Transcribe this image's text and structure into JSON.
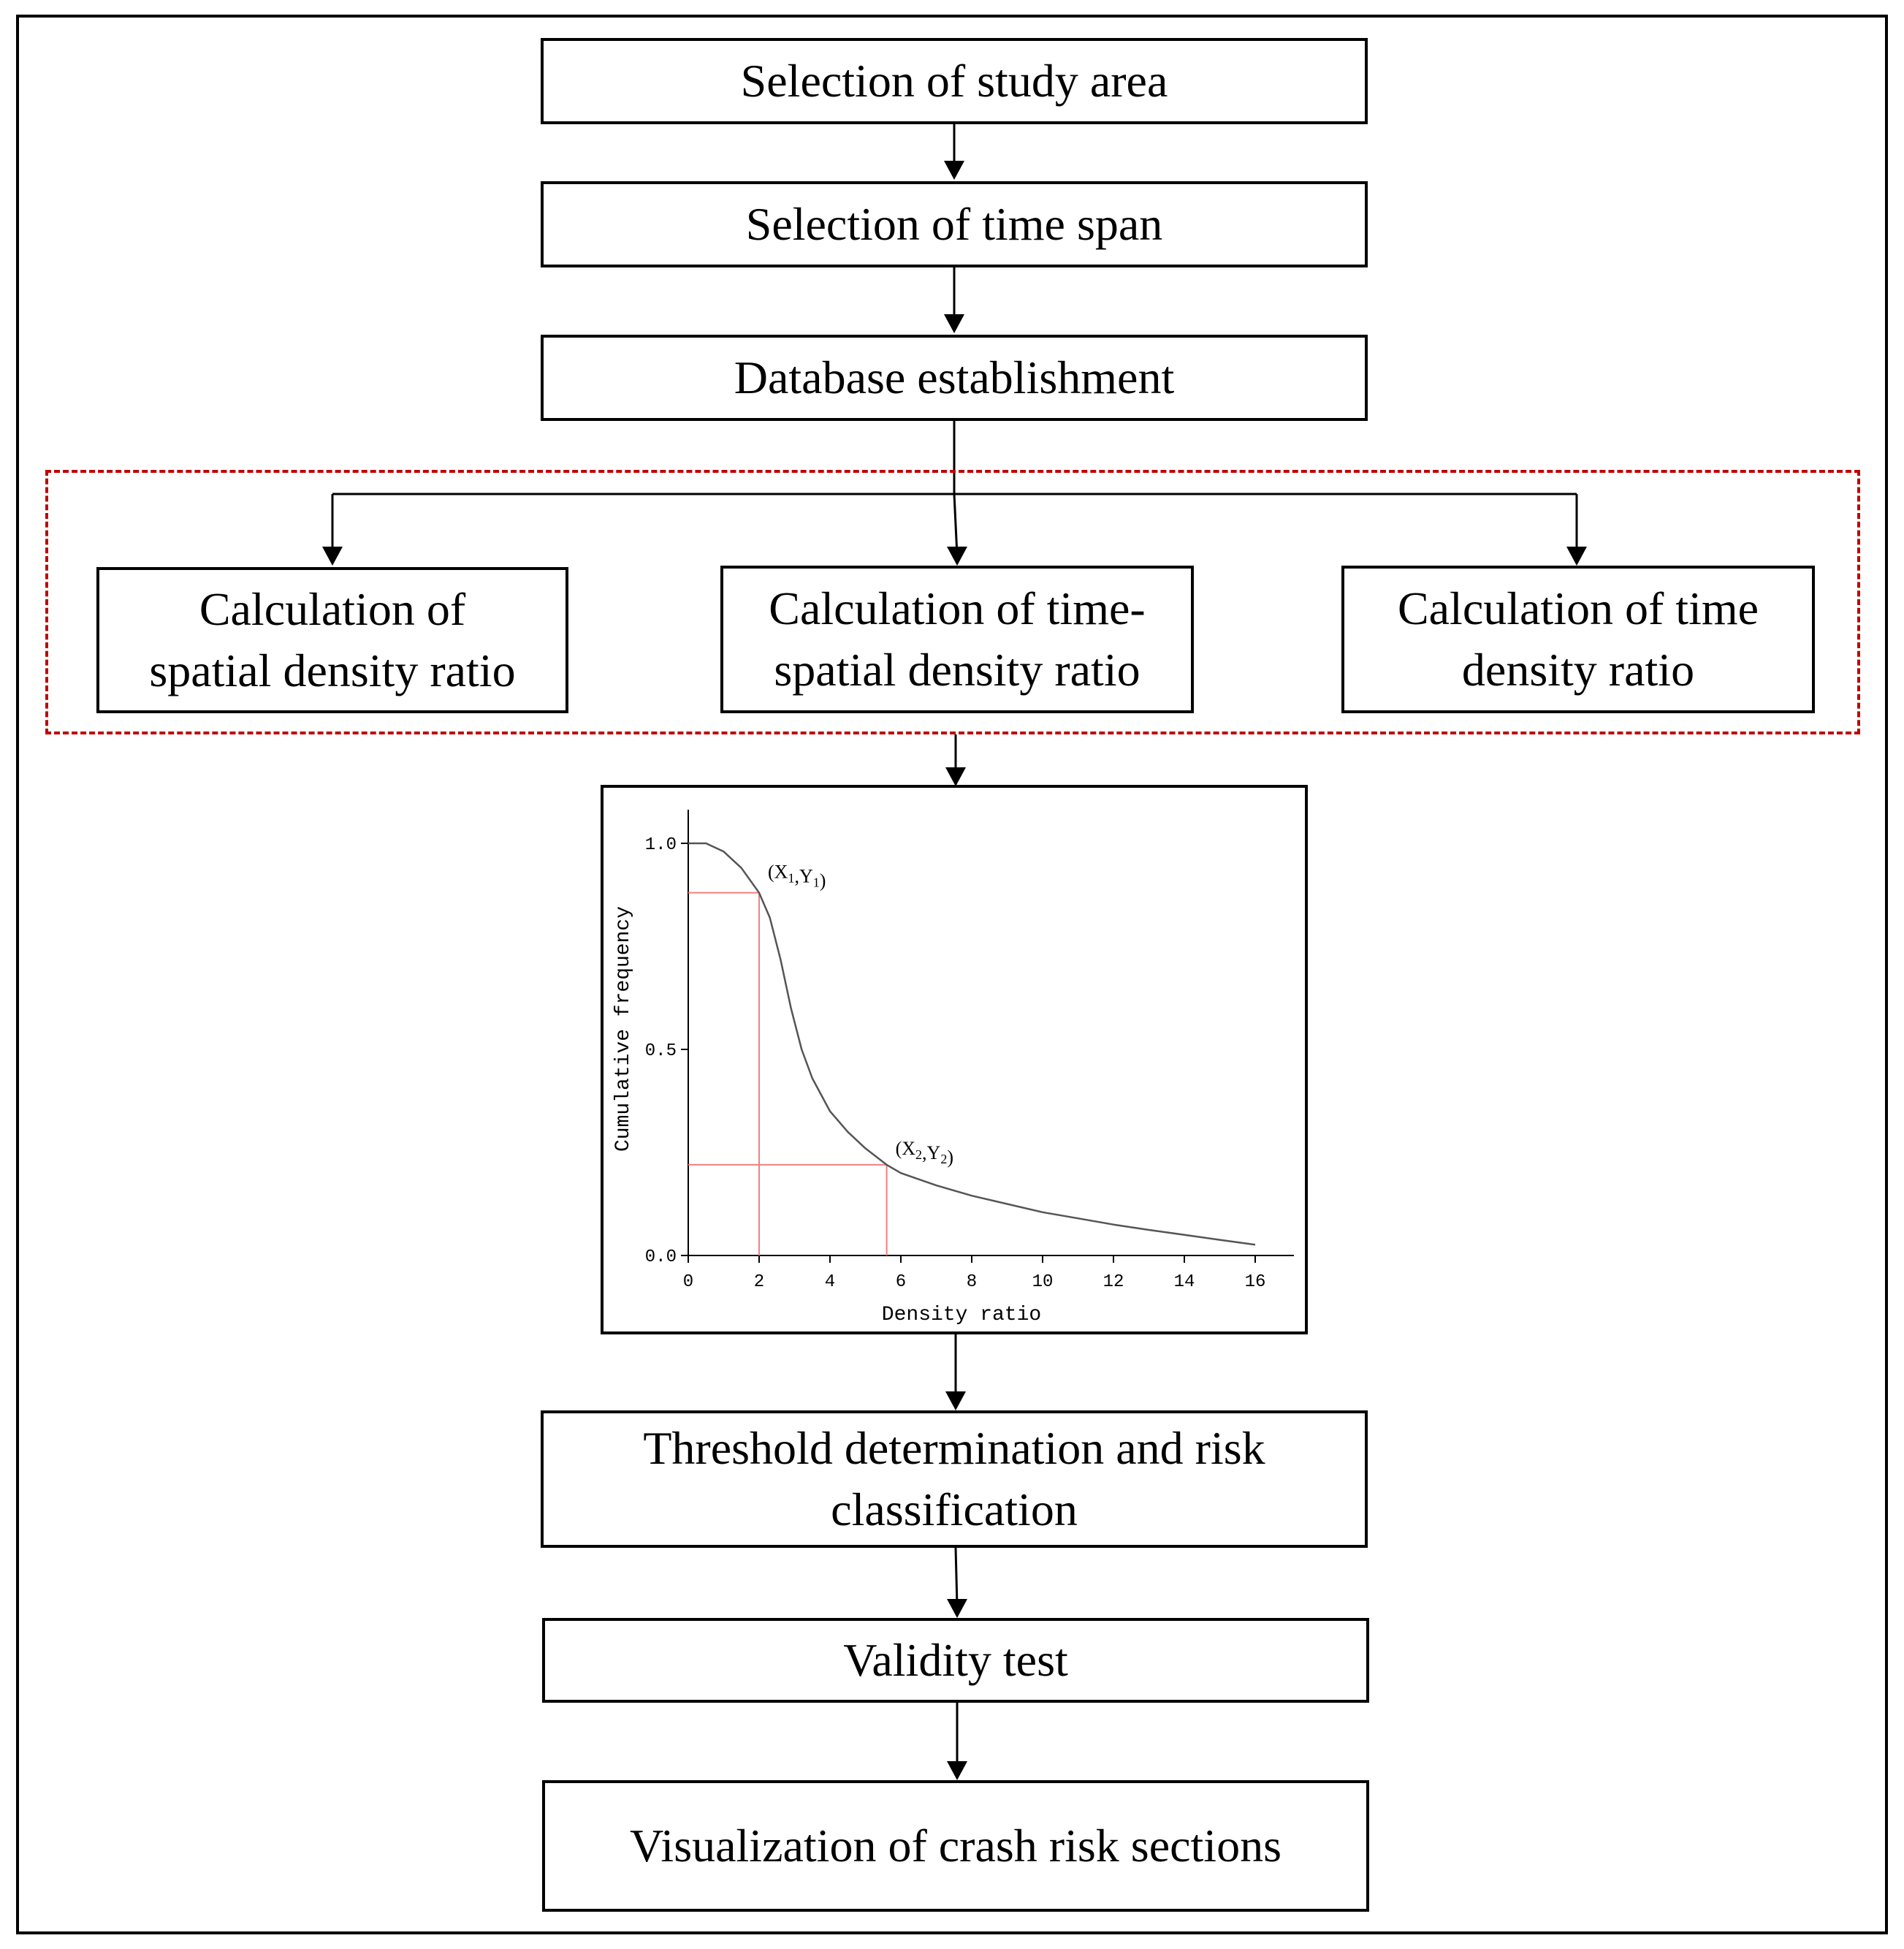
{
  "steps": {
    "study_area": "Selection of study area",
    "time_span": "Selection of time span",
    "database": "Database establishment",
    "spatial": [
      "Calculation of",
      "spatial density ratio"
    ],
    "time_spatial": [
      "Calculation of time-",
      "spatial density ratio"
    ],
    "time": [
      "Calculation of time",
      "density ratio"
    ],
    "threshold": [
      "Threshold determination and risk",
      "classification"
    ],
    "validity": "Validity test",
    "visualization": "Visualization of crash risk sections"
  },
  "colors": {
    "dashed_border": "#c00000",
    "guide_lines": "#f08080",
    "curve": "#555555"
  },
  "chart_data": {
    "type": "line",
    "xlabel": "Density ratio",
    "ylabel": "Cumulative frequency",
    "xlim": [
      0,
      17
    ],
    "ylim": [
      0,
      1.05
    ],
    "x_ticks": [
      0,
      2,
      4,
      6,
      8,
      10,
      12,
      14,
      16
    ],
    "y_ticks": [
      0.0,
      0.5,
      1.0
    ],
    "y_tick_labels": [
      "0.0",
      "0.5",
      "1.0"
    ],
    "series": [
      {
        "x": [
          0,
          0.5,
          1.0,
          1.5,
          2.0,
          2.3,
          2.6,
          2.9,
          3.2,
          3.5,
          4.0,
          4.5,
          5.0,
          5.6,
          6.0,
          7.0,
          8.0,
          9.0,
          10.0,
          11.0,
          12.0,
          13.0,
          14.0,
          15.0,
          16.0
        ],
        "y": [
          1.0,
          1.0,
          0.98,
          0.94,
          0.88,
          0.82,
          0.72,
          0.6,
          0.5,
          0.43,
          0.35,
          0.3,
          0.26,
          0.22,
          0.2,
          0.17,
          0.145,
          0.125,
          0.105,
          0.09,
          0.075,
          0.062,
          0.05,
          0.038,
          0.026
        ]
      }
    ],
    "points": [
      {
        "label": "(X1,Y1)",
        "label_main": "(X",
        "sub1": "1",
        "mid": ",Y",
        "sub2": "1",
        "end": ")",
        "x": 2.0,
        "y": 0.88
      },
      {
        "label": "(X2,Y2)",
        "label_main": "(X",
        "sub1": "2",
        "mid": ",Y",
        "sub2": "2",
        "end": ")",
        "x": 5.6,
        "y": 0.22
      }
    ]
  }
}
